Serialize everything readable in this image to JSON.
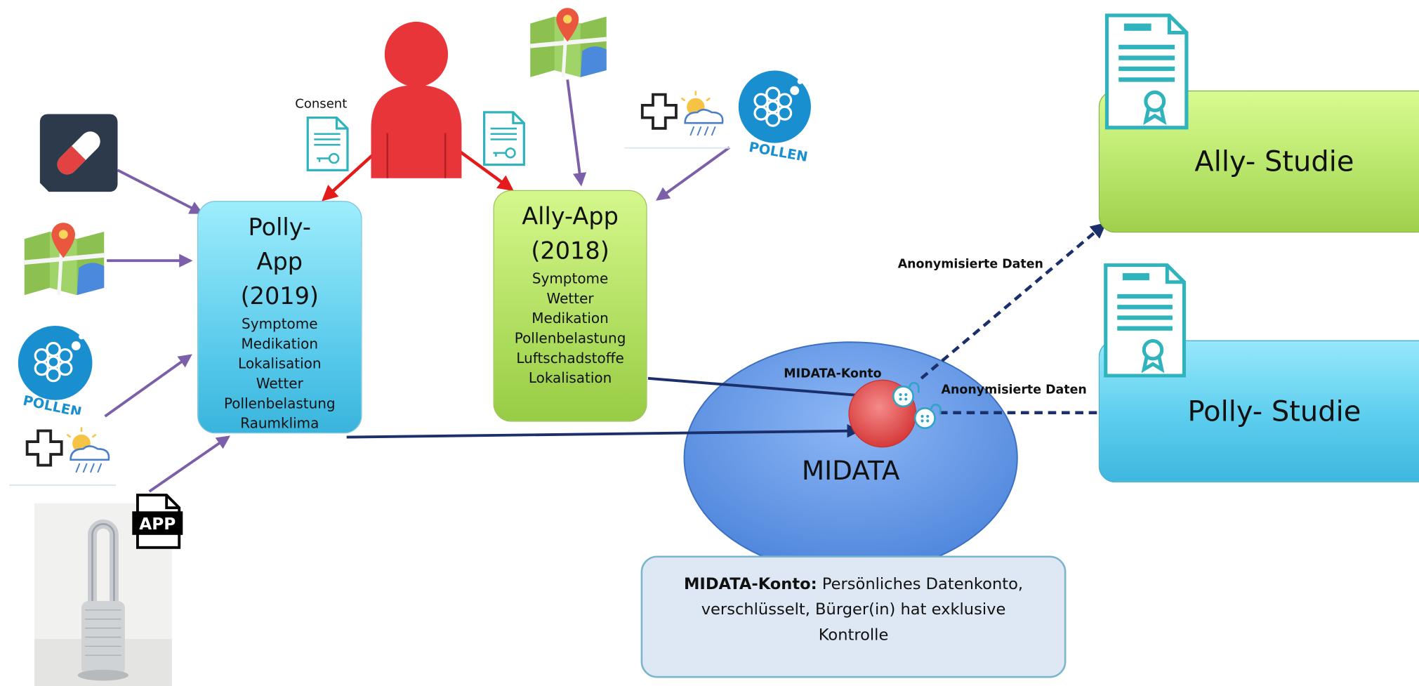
{
  "consent_label": "Consent",
  "polly_app": {
    "title_lines": [
      "Polly-",
      "App",
      "(2019)"
    ],
    "items": [
      "Symptome",
      "Medikation",
      "Lokalisation",
      "Wetter",
      "Pollenbelastung",
      "Raumklima"
    ]
  },
  "ally_app": {
    "title_lines": [
      "Ally-App",
      "(2018)"
    ],
    "items": [
      "Symptome",
      "Wetter",
      "Medikation",
      "Pollenbelastung",
      "Luftschadstoffe",
      "Lokalisation"
    ]
  },
  "midata": {
    "label": "MIDATA",
    "account_label": "MIDATA-Konto"
  },
  "info": {
    "bold": "MIDATA-Konto:",
    "line1_rest": " Persönliches Datenkonto,",
    "line2": "verschlüsselt, Bürger(in) hat exklusive",
    "line3": "Kontrolle"
  },
  "studies": {
    "ally": "Ally- Studie",
    "polly": "Polly- Studie"
  },
  "flows": {
    "to_ally_study": "Anonymisierte Daten",
    "to_polly_study": "Anonymisierte Daten"
  },
  "icons": {
    "pollen_text": "POLLEN",
    "app_badge_text": "APP",
    "sources_left": [
      "pill-icon",
      "map-icon",
      "pollen-icon",
      "weather-icon",
      "air-purifier-device-photo"
    ],
    "sources_top": [
      "map-icon",
      "weather-icon",
      "pollen-icon"
    ]
  },
  "colors": {
    "person": "#e8353a",
    "purple_arrow": "#7b5fa8",
    "red_arrow": "#e31b1b",
    "navy_arrow": "#1b2f6b",
    "midata_ellipse": "#6a9be9",
    "midata_account": "#e24a4a",
    "doc_teal": "#2fb3bd"
  }
}
